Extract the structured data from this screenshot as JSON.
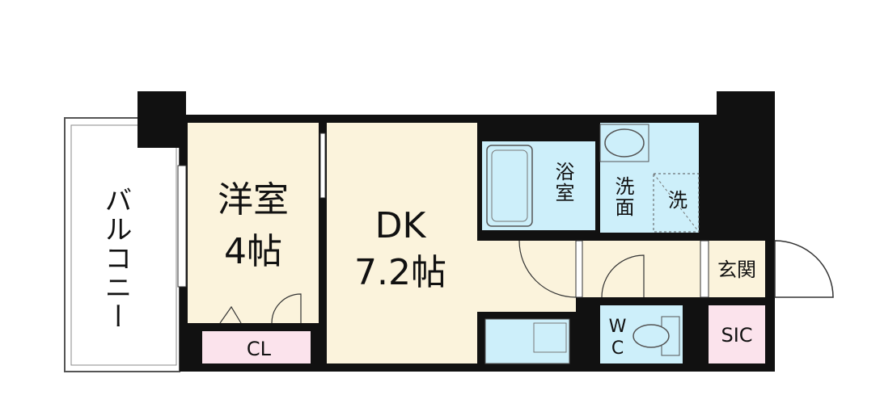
{
  "rooms": {
    "balcony": "バルコニー",
    "western_room": {
      "name": "洋室",
      "size": "4帖"
    },
    "dk": {
      "name": "DK",
      "size": "7.2帖"
    },
    "closet": "CL",
    "bathroom": "浴室",
    "washroom": "洗面",
    "washer": "洗",
    "entrance": "玄関",
    "toilet": "WC",
    "sic": "SIC"
  },
  "colors": {
    "wall": "#111111",
    "room_floor": "#fbf3dc",
    "wet_area": "#cdeffa",
    "storage": "#fbe3ec",
    "balcony_fill": "#ffffff"
  }
}
